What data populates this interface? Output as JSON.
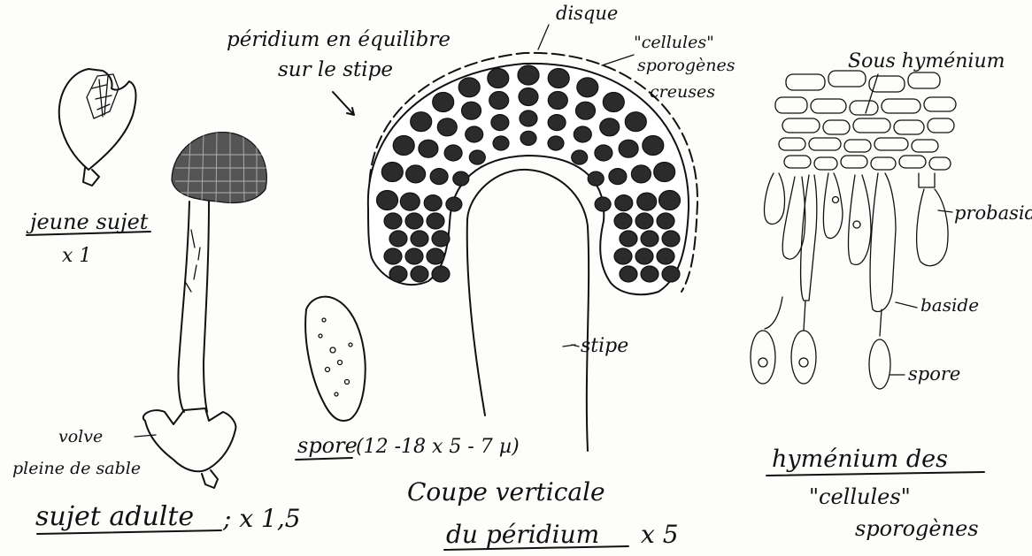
{
  "labels": {
    "peridium_equilibre_line1": "péridium en équilibre",
    "peridium_equilibre_line2": "sur le stipe",
    "disque": "disque",
    "cellules_line1": "\"cellules\"",
    "cellules_line2": "sporogènes",
    "cellules_line3": "creuses",
    "sous_hymenium": "Sous hyménium",
    "jeune_sujet": "jeune sujet",
    "jeune_scale": "x 1",
    "probaside": "probaside",
    "baside": "baside",
    "spore_right": "spore",
    "stipe": "stipe",
    "spore_caption": "spore",
    "spore_dims": "(12 -18 x 5 - 7 µ)",
    "volve_line1": "volve",
    "volve_line2": "pleine de sable",
    "sujet_adulte": "sujet adulte",
    "sujet_adulte_scale": "; x 1,5",
    "coupe_line1": "Coupe verticale",
    "coupe_line2": "du péridium",
    "coupe_scale": "x 5",
    "hymenium_line1": "hyménium des",
    "hymenium_line2": "\"cellules\"",
    "hymenium_line3": "sporogènes"
  },
  "colors": {
    "ink": "#111111",
    "paper": "#fdfdfb",
    "blue_x": "#2a4fb0"
  }
}
